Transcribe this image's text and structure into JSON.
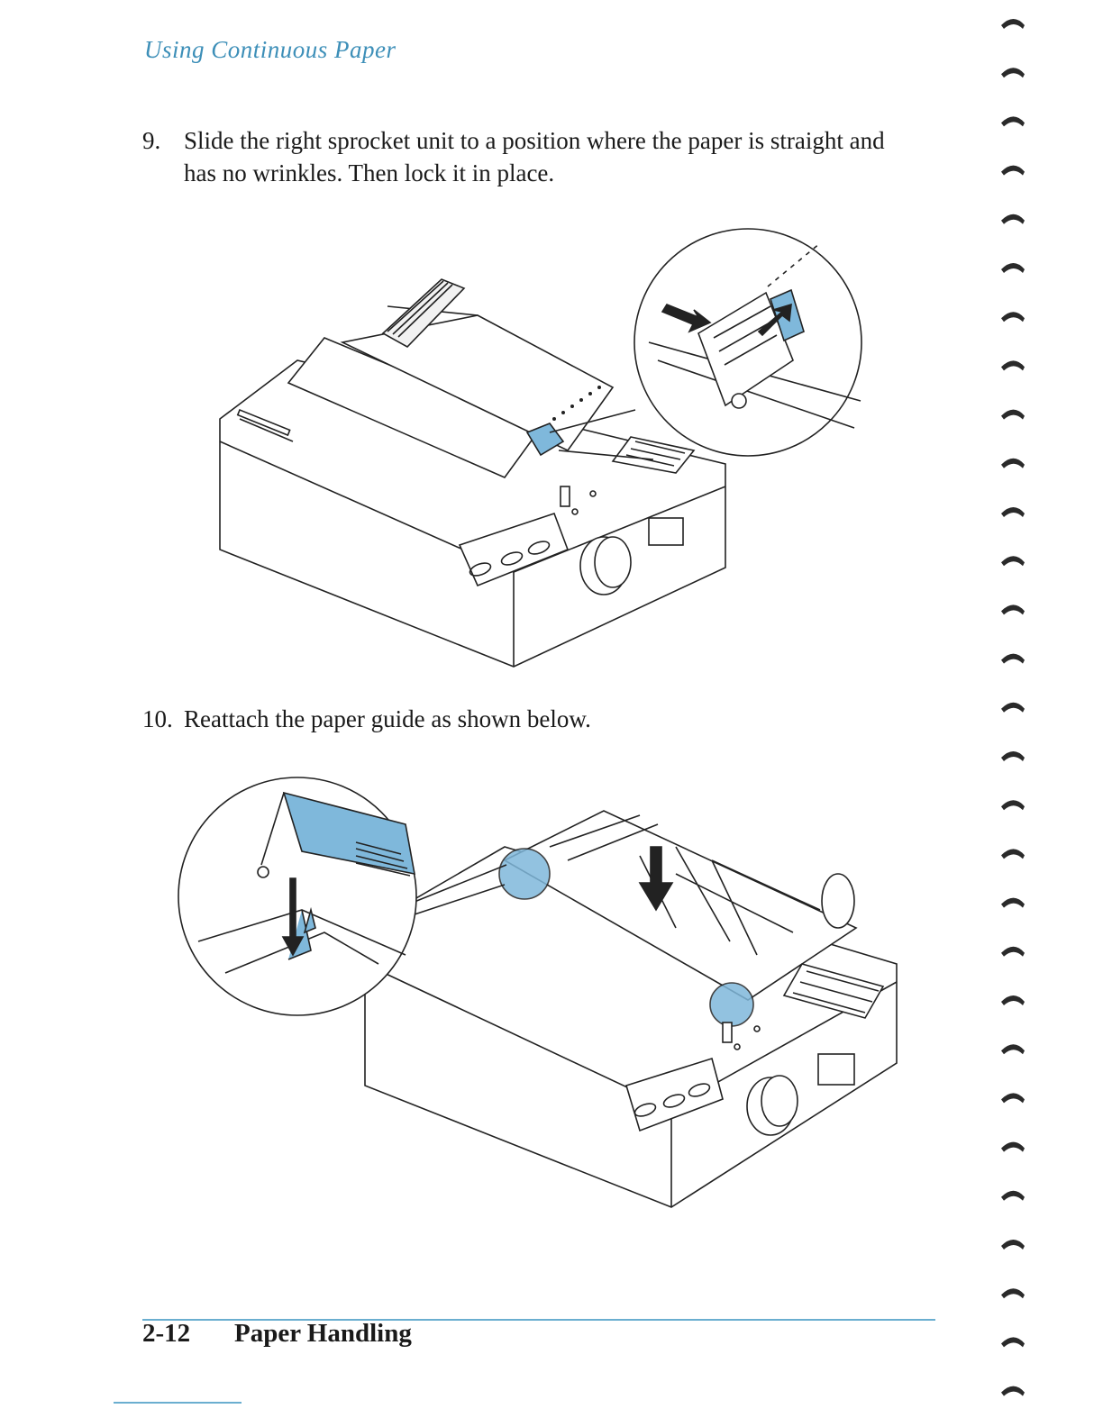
{
  "header": {
    "running_head": "Using Continuous Paper"
  },
  "steps": [
    {
      "number": "9.",
      "text": "Slide the right sprocket unit to a position where the paper is straight and has no wrinkles. Then lock it in place."
    },
    {
      "number": "10.",
      "text": "Reattach the paper guide as shown below."
    }
  ],
  "figures": [
    {
      "icon": "printer-sprocket-lock-illustration"
    },
    {
      "icon": "printer-paper-guide-illustration"
    }
  ],
  "footer": {
    "page_number": "2-12",
    "section": "Paper Handling"
  },
  "colors": {
    "accent": "#6aaed0",
    "heading": "#3d8fb8",
    "text": "#1a1a1a",
    "highlight": "#7fb8db"
  }
}
